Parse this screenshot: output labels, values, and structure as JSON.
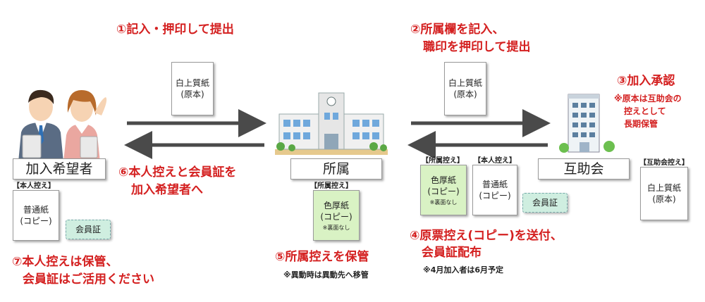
{
  "steps": {
    "s1": "①記入・押印して提出",
    "s2_line1": "②所属欄を記入、",
    "s2_line2": "職印を押印して提出",
    "s3": "③加入承認",
    "s3_note_line1": "※原本は互助会の",
    "s3_note_line2": "控えとして",
    "s3_note_line3": "長期保管",
    "s4_line1": "④原票控え(コピー)を送付、",
    "s4_line2": "会員証配布",
    "s4_note": "※4月加入者は6月予定",
    "s5": "⑤所属控えを保管",
    "s5_note": "※異動時は異動先へ移管",
    "s6_line1": "⑥本人控えと会員証を",
    "s6_line2": "加入希望者へ",
    "s7_line1": "⑦本人控えは保管、",
    "s7_line2": "会員証はご活用ください"
  },
  "entities": {
    "applicant": "加入希望者",
    "affiliation": "所属",
    "mutual_aid": "互助会"
  },
  "docs": {
    "original_line1": "白上質紙",
    "original_line2": "(原本)",
    "colored_line1": "色厚紙",
    "colored_line2": "(コピー)",
    "colored_note": "※裏面なし",
    "plain_line1": "普通紙",
    "plain_line2": "(コピー)",
    "member_card": "会員証"
  },
  "tags": {
    "self_copy": "【本人控え】",
    "affiliation_copy": "【所属控え】",
    "mutual_copy": "【互助会控え】"
  },
  "colors": {
    "accent_red": "#d42020",
    "arrow_gray": "#4a4a4a",
    "green_doc": "#d9f2c4",
    "card_green": "#cfeee0"
  }
}
